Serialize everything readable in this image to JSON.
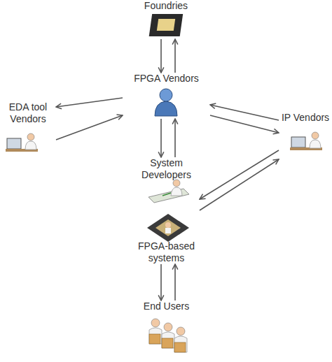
{
  "diagram": {
    "nodes": [
      {
        "text": [
          "Foundries"
        ]
      },
      {
        "text": [
          "FPGA Vendors"
        ]
      },
      {
        "text": [
          "EDA tool Vendors"
        ]
      },
      {
        "text": [
          "IP Vendors"
        ]
      },
      {
        "text": [
          "System Developers"
        ]
      },
      {
        "text": [
          "FPGA-based systems"
        ]
      },
      {
        "text": [
          "End Users"
        ]
      }
    ],
    "edges": [
      {
        "from": 0,
        "to": 1,
        "arrow": "to"
      },
      {
        "from": 1,
        "to": 0,
        "arrow": "to"
      },
      {
        "from": 1,
        "to": 2,
        "arrow": "to"
      },
      {
        "from": 2,
        "to": 1,
        "arrow": "to"
      },
      {
        "from": 3,
        "to": 1,
        "arrow": "to"
      },
      {
        "from": 1,
        "to": 3,
        "arrow": "to"
      },
      {
        "from": 1,
        "to": 4,
        "arrow": "to"
      },
      {
        "from": 4,
        "to": 1,
        "arrow": "to"
      },
      {
        "from": 3,
        "to": 4,
        "arrow": "to"
      },
      {
        "from": 4,
        "to": 3,
        "arrow": "to"
      },
      {
        "from": 5,
        "to": 6,
        "arrow": "to"
      },
      {
        "from": 6,
        "to": 5,
        "arrow": "to"
      }
    ]
  }
}
